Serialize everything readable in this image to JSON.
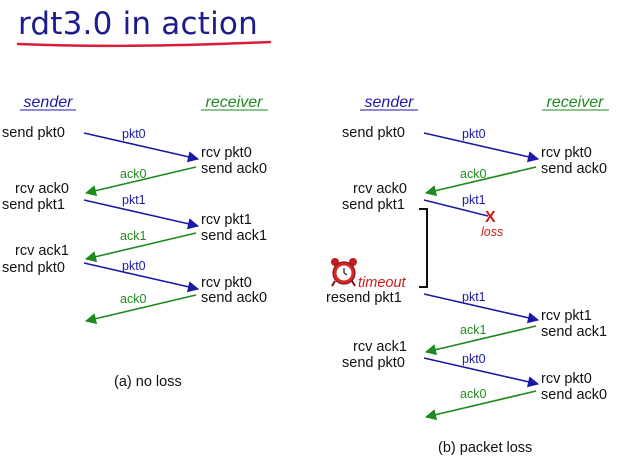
{
  "title": "rdt3.0 in action",
  "colors": {
    "title": "#1c1c8c",
    "underline": "#d81e3a",
    "sender": "#1a1aa6",
    "receiver": "#1f8a1f",
    "pkt_arrow": "#1a1aa6",
    "ack_arrow": "#1f8a1f",
    "loss": "#d11a1a"
  },
  "panel_a": {
    "sender_header": "sender",
    "receiver_header": "receiver",
    "caption": "(a) no loss",
    "sender_events": [
      "send pkt0",
      "rcv ack0",
      "send pkt1",
      "rcv ack1",
      "send pkt0"
    ],
    "receiver_events": [
      "rcv pkt0",
      "send ack0",
      "rcv pkt1",
      "send ack1",
      "rcv pkt0",
      "send ack0"
    ],
    "messages": [
      "pkt0",
      "ack0",
      "pkt1",
      "ack1",
      "pkt0",
      "ack0"
    ]
  },
  "panel_b": {
    "sender_header": "sender",
    "receiver_header": "receiver",
    "caption": "(b) packet loss",
    "sender_events": [
      "send pkt0",
      "rcv ack0",
      "send pkt1",
      "resend pkt1",
      "rcv ack1",
      "send pkt0"
    ],
    "receiver_events": [
      "rcv pkt0",
      "send ack0",
      "rcv pkt1",
      "send ack1",
      "rcv pkt0",
      "send ack0"
    ],
    "messages": [
      "pkt0",
      "ack0",
      "pkt1",
      "pkt1",
      "ack1",
      "pkt0",
      "ack0"
    ],
    "loss_mark": "X",
    "loss_label": "loss",
    "timeout_label": "timeout",
    "timer_icon": "alarm-clock-icon"
  }
}
